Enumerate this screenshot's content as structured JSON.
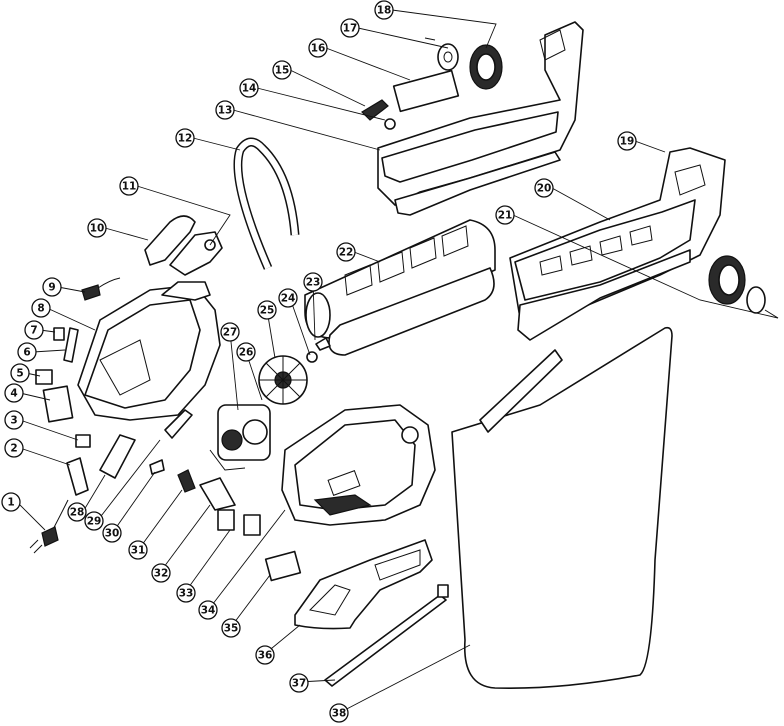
{
  "callouts": [
    {
      "number": "1"
    },
    {
      "number": "2"
    },
    {
      "number": "3"
    },
    {
      "number": "4"
    },
    {
      "number": "5"
    },
    {
      "number": "6"
    },
    {
      "number": "7"
    },
    {
      "number": "8"
    },
    {
      "number": "9"
    },
    {
      "number": "10"
    },
    {
      "number": "11"
    },
    {
      "number": "12"
    },
    {
      "number": "13"
    },
    {
      "number": "14"
    },
    {
      "number": "15"
    },
    {
      "number": "16"
    },
    {
      "number": "17"
    },
    {
      "number": "18"
    },
    {
      "number": "19"
    },
    {
      "number": "20"
    },
    {
      "number": "21"
    },
    {
      "number": "22"
    },
    {
      "number": "23"
    },
    {
      "number": "24"
    },
    {
      "number": "25"
    },
    {
      "number": "26"
    },
    {
      "number": "27"
    },
    {
      "number": "28"
    },
    {
      "number": "29"
    },
    {
      "number": "30"
    },
    {
      "number": "31"
    },
    {
      "number": "32"
    },
    {
      "number": "33"
    },
    {
      "number": "34"
    },
    {
      "number": "35"
    },
    {
      "number": "36"
    },
    {
      "number": "37"
    },
    {
      "number": "38"
    }
  ]
}
